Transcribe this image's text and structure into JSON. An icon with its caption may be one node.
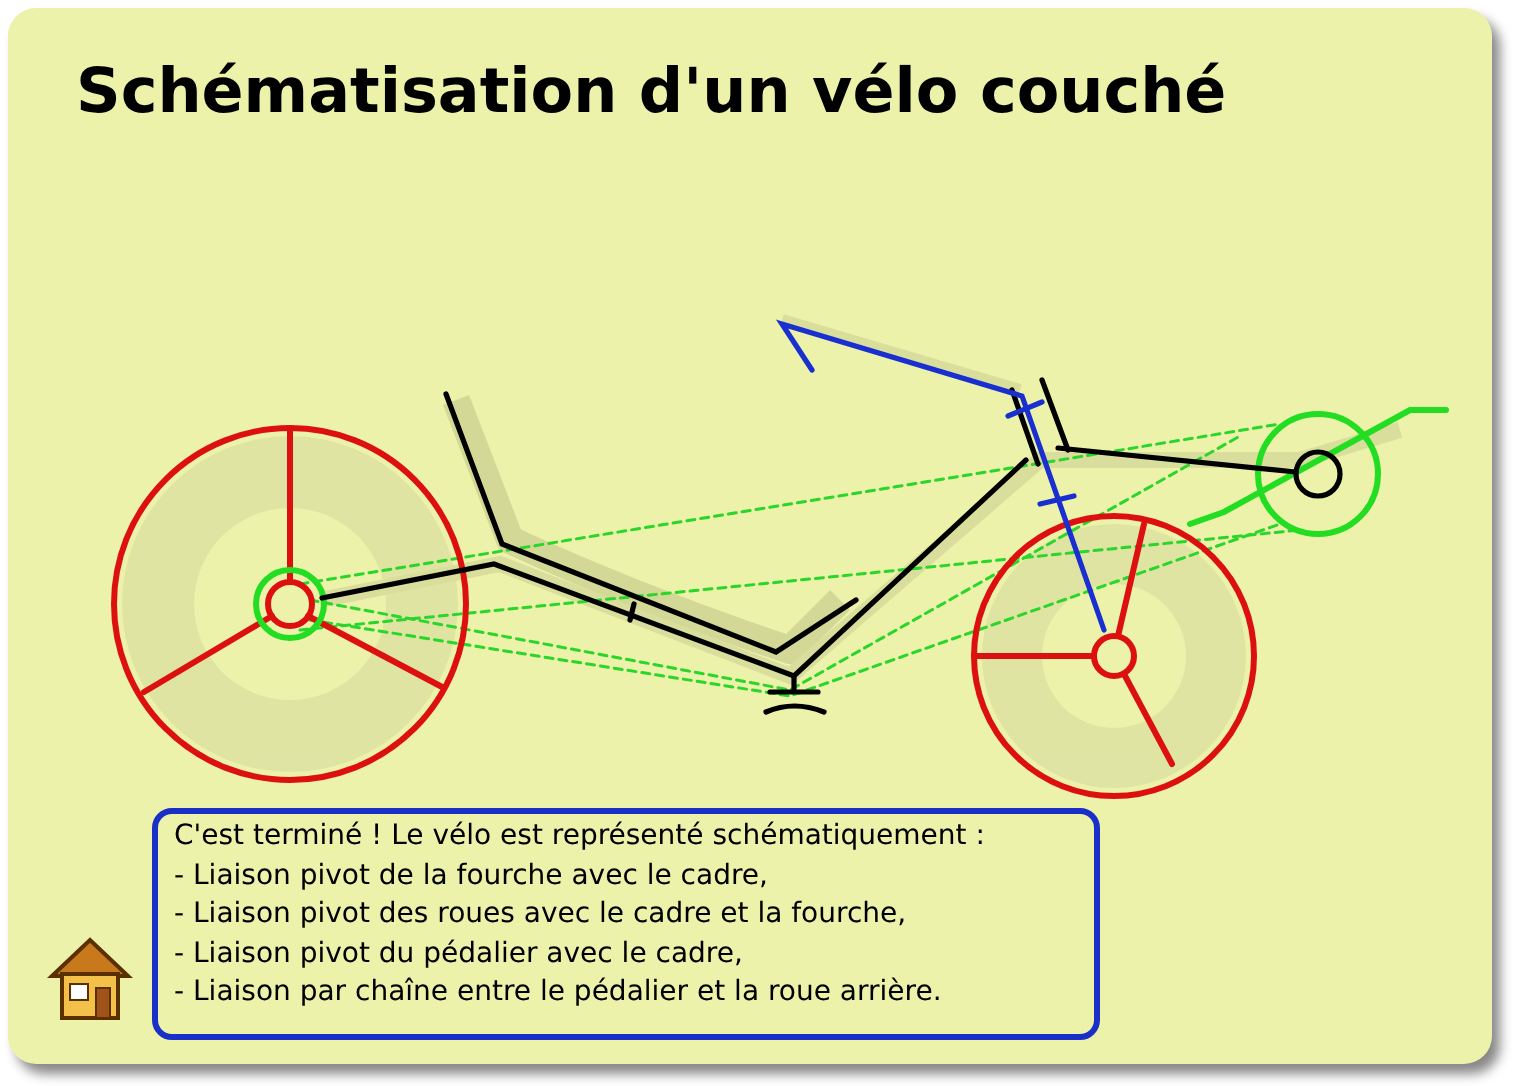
{
  "diagram": {
    "title": "Schématisation d'un vélo couché",
    "nodes": [
      {
        "text": [
          "C'est terminé !  Le vélo est représenté schématiquement :",
          "- Liaison pivot de la fourche avec le cadre,",
          "- Liaison pivot des roues avec le cadre et la fourche,",
          "- Liaison pivot du pédalier avec le cadre,",
          "- Liaison par chaîne entre le pédalier et la roue arrière."
        ]
      }
    ]
  }
}
